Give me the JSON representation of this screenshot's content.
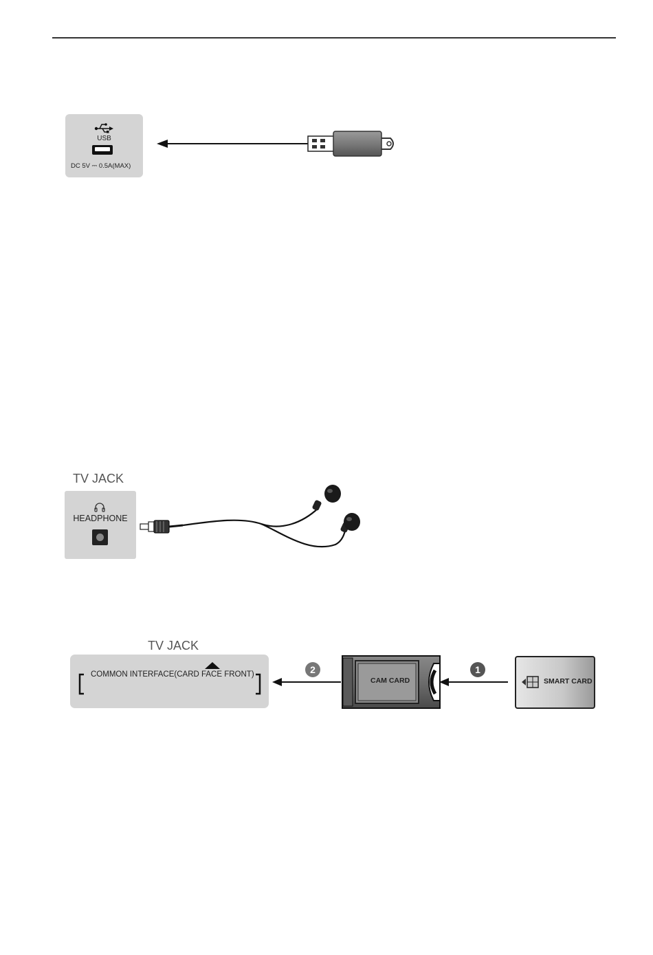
{
  "usb": {
    "port_label": "USB",
    "spec": "DC 5V ⎓ 0.5A(MAX)",
    "usb_symbol_icon": "usb-trident-icon"
  },
  "headphone": {
    "title": "TV JACK",
    "port_label": "HEADPHONE",
    "icon": "headphone-icon"
  },
  "common_interface": {
    "title": "TV JACK",
    "slot_label": "COMMON INTERFACE(CARD FACE FRONT)",
    "cam_card_label": "CAM CARD",
    "smart_card_label": "SMART CARD",
    "step1": "1",
    "step2": "2"
  }
}
